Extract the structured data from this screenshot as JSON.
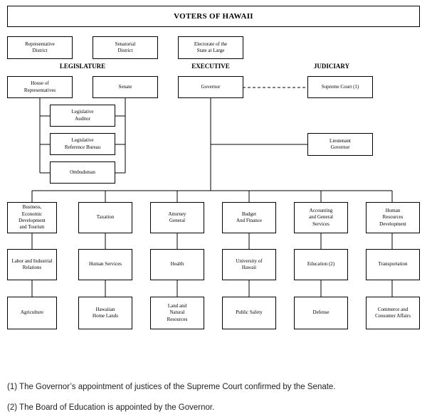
{
  "title": "VOTERS OF HAWAII",
  "electorate": {
    "representative_district": "Representative\nDistrict",
    "senatorial_district": "Senatorial\nDistrict",
    "state_at_large": "Electorate of the\nState at Large"
  },
  "branches": {
    "legislature": "LEGISLATURE",
    "executive": "EXECUTIVE",
    "judiciary": "JUDICIARY"
  },
  "legislature": {
    "house": "House of\nRepresentatives",
    "senate": "Senate",
    "auditor": "Legislative\nAuditor",
    "reference_bureau": "Legislative\nReference Bureau",
    "ombudsman": "Ombudsman"
  },
  "executive": {
    "governor": "Governor",
    "lieutenant_governor": "Lieutenant\nGovernor"
  },
  "judiciary": {
    "supreme_court": "Supreme Court (1)"
  },
  "departments": {
    "row1": [
      "Business,\nEconomic\nDevelopment\nand Tourism",
      "Taxation",
      "Attorney\nGeneral",
      "Budget\nAnd Finance",
      "Accounting\nand General\nServices",
      "Human\nResources\nDevelopment"
    ],
    "row2": [
      "Labor and Industrial\nRelations",
      "Human Services",
      "Health",
      "University of\nHawaii",
      "Education (2)",
      "Transportation"
    ],
    "row3": [
      "Agriculture",
      "Hawaiian\nHome Lands",
      "Land and\nNatural\nResources",
      "Public Safety",
      "Defense",
      "Commerce and\nConsumer Affairs"
    ]
  },
  "footnotes": [
    "(1)  The Governor’s appointment of justices of the Supreme Court confirmed by the Senate.",
    "(2)  The Board of Education is appointed by the Governor."
  ]
}
